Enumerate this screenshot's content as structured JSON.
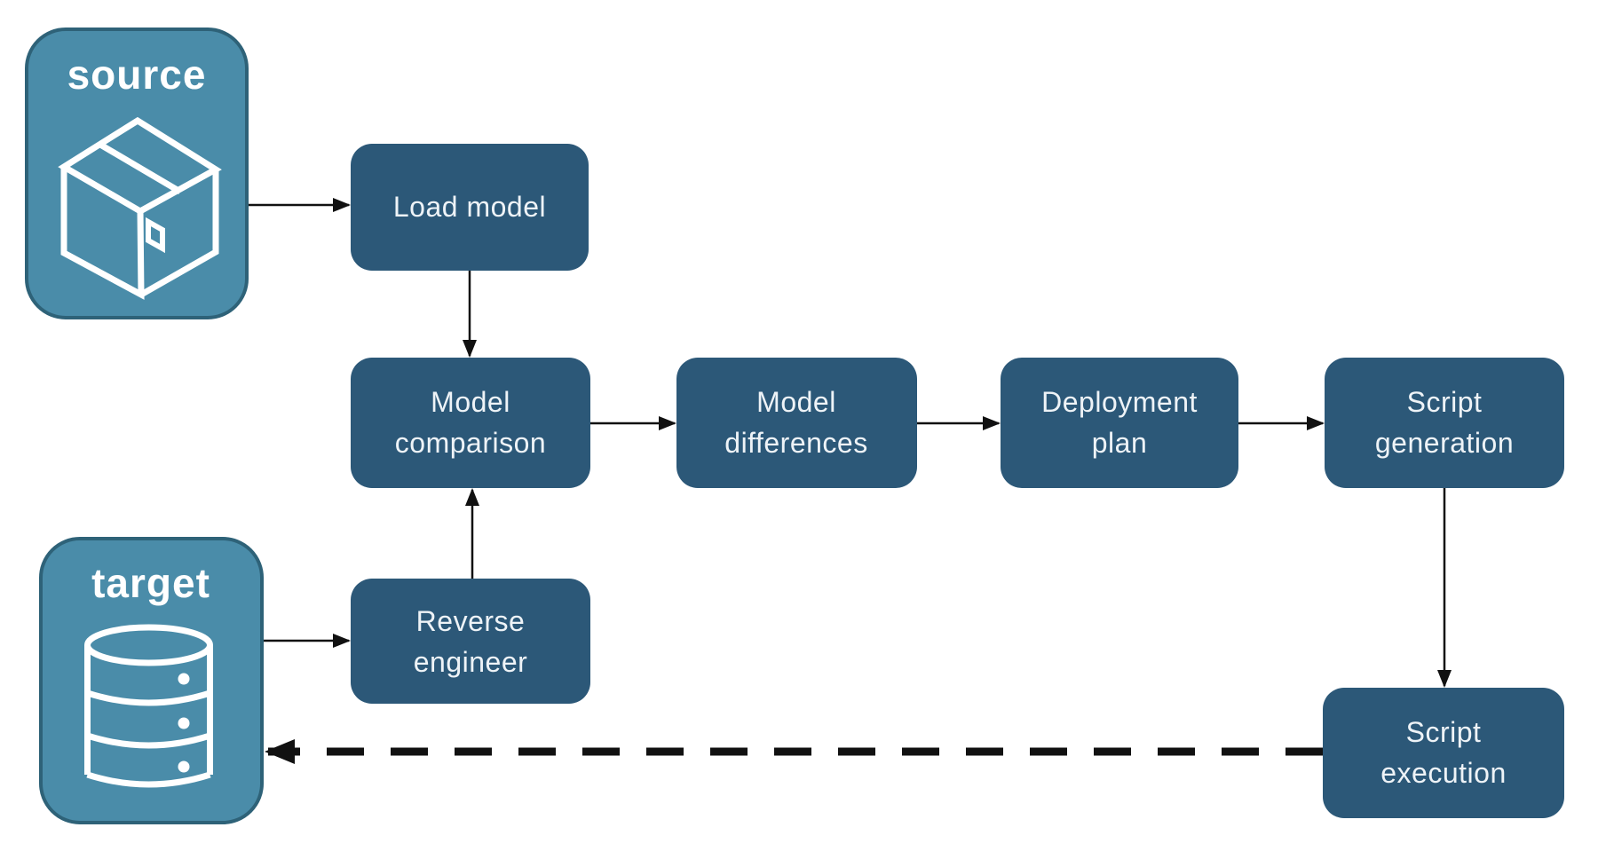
{
  "diagram_title": "",
  "colors": {
    "background": "#ffffff",
    "node_fill": "#2C5878",
    "node_text": "#EEF3F7",
    "endpoint_fill": "#4A8CA9",
    "endpoint_border": "#2E6278",
    "arrow": "#111111"
  },
  "endpoints": {
    "source": {
      "label": "source",
      "icon": "package-icon"
    },
    "target": {
      "label": "target",
      "icon": "database-icon"
    }
  },
  "nodes": {
    "load_model": {
      "line1": "Load model"
    },
    "model_comparison": {
      "line1": "Model",
      "line2": "comparison"
    },
    "model_differences": {
      "line1": "Model",
      "line2": "differences"
    },
    "deployment_plan": {
      "line1": "Deployment",
      "line2": "plan"
    },
    "script_generation": {
      "line1": "Script",
      "line2": "generation"
    },
    "reverse_engineer": {
      "line1": "Reverse",
      "line2": "engineer"
    },
    "script_execution": {
      "line1": "Script",
      "line2": "execution"
    }
  },
  "edges": [
    {
      "from": "source",
      "to": "load_model",
      "style": "solid"
    },
    {
      "from": "load_model",
      "to": "model_comparison",
      "style": "solid"
    },
    {
      "from": "target",
      "to": "reverse_engineer",
      "style": "solid"
    },
    {
      "from": "reverse_engineer",
      "to": "model_comparison",
      "style": "solid"
    },
    {
      "from": "model_comparison",
      "to": "model_differences",
      "style": "solid"
    },
    {
      "from": "model_differences",
      "to": "deployment_plan",
      "style": "solid"
    },
    {
      "from": "deployment_plan",
      "to": "script_generation",
      "style": "solid"
    },
    {
      "from": "script_generation",
      "to": "script_execution",
      "style": "solid"
    },
    {
      "from": "script_execution",
      "to": "target",
      "style": "dashed"
    }
  ]
}
